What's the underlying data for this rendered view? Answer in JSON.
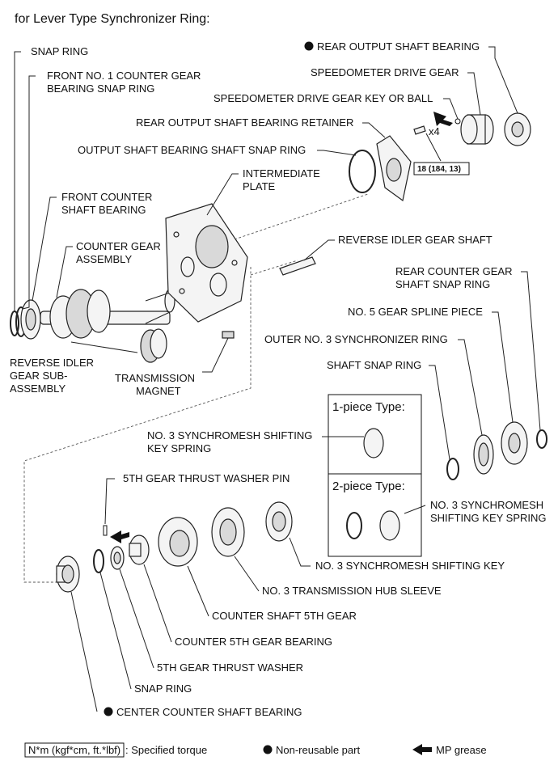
{
  "header": "for Lever Type Synchronizer Ring:",
  "labels": {
    "snap_ring_top": "SNAP RING",
    "front_counter_gear_bearing_snap_ring_1": "FRONT NO. 1 COUNTER GEAR",
    "front_counter_gear_bearing_snap_ring_2": "BEARING SNAP RING",
    "front_counter_shaft_bearing_1": "FRONT COUNTER",
    "front_counter_shaft_bearing_2": "SHAFT BEARING",
    "counter_gear_assembly_1": "COUNTER GEAR",
    "counter_gear_assembly_2": "ASSEMBLY",
    "reverse_idler_gear_1": "REVERSE IDLER",
    "reverse_idler_gear_2": "GEAR SUB-",
    "reverse_idler_gear_3": "ASSEMBLY",
    "transmission_magnet_1": "TRANSMISSION",
    "transmission_magnet_2": "MAGNET",
    "intermediate_plate_1": "INTERMEDIATE",
    "intermediate_plate_2": "PLATE",
    "rear_output_shaft_bearing": "REAR OUTPUT SHAFT BEARING",
    "speedometer_drive_gear": "SPEEDOMETER DRIVE GEAR",
    "speedometer_drive_gear_key": "SPEEDOMETER DRIVE GEAR KEY OR BALL",
    "rear_output_shaft_bearing_retainer": "REAR OUTPUT SHAFT BEARING RETAINER",
    "output_shaft_bearing_snap_ring": "OUTPUT SHAFT BEARING SHAFT SNAP RING",
    "reverse_idler_gear_shaft": "REVERSE IDLER GEAR SHAFT",
    "rear_counter_gear_snap_ring_1": "REAR COUNTER GEAR",
    "rear_counter_gear_snap_ring_2": "SHAFT SNAP RING",
    "no5_gear_spline_piece": "NO. 5 GEAR SPLINE PIECE",
    "outer_no3_synchronizer_ring": "OUTER NO. 3 SYNCHRONIZER RING",
    "shaft_snap_ring": "SHAFT SNAP RING",
    "no3_key_spring_1piece_1": "NO. 3 SYNCHROMESH SHIFTING",
    "no3_key_spring_1piece_2": "KEY SPRING",
    "no3_key_spring_2piece_1": "NO. 3 SYNCHROMESH",
    "no3_key_spring_2piece_2": "SHIFTING KEY SPRING",
    "fifth_gear_thrust_washer_pin": "5TH GEAR THRUST WASHER PIN",
    "no3_synchromesh_shifting_key": "NO. 3 SYNCHROMESH SHIFTING KEY",
    "no3_transmission_hub_sleeve": "NO. 3 TRANSMISSION HUB SLEEVE",
    "counter_shaft_5th_gear": "COUNTER SHAFT 5TH GEAR",
    "counter_5th_gear_bearing": "COUNTER 5TH GEAR BEARING",
    "fifth_gear_thrust_washer": "5TH GEAR THRUST WASHER",
    "snap_ring_bottom": "SNAP RING",
    "center_counter_shaft_bearing": "CENTER COUNTER SHAFT BEARING"
  },
  "inset": {
    "one_piece": "1-piece Type:",
    "two_piece": "2-piece Type:"
  },
  "torque_value": "18 (184, 13)",
  "bolt_count": "x4",
  "legend": {
    "torque_box": "N*m (kgf*cm, ft.*lbf)",
    "torque_text": ": Specified torque",
    "non_reusable": "Non-reusable part",
    "mp_grease": "MP grease"
  },
  "colors": {
    "ink": "#111111",
    "part_fill": "#f4f4f4",
    "dashed": "#555555"
  }
}
